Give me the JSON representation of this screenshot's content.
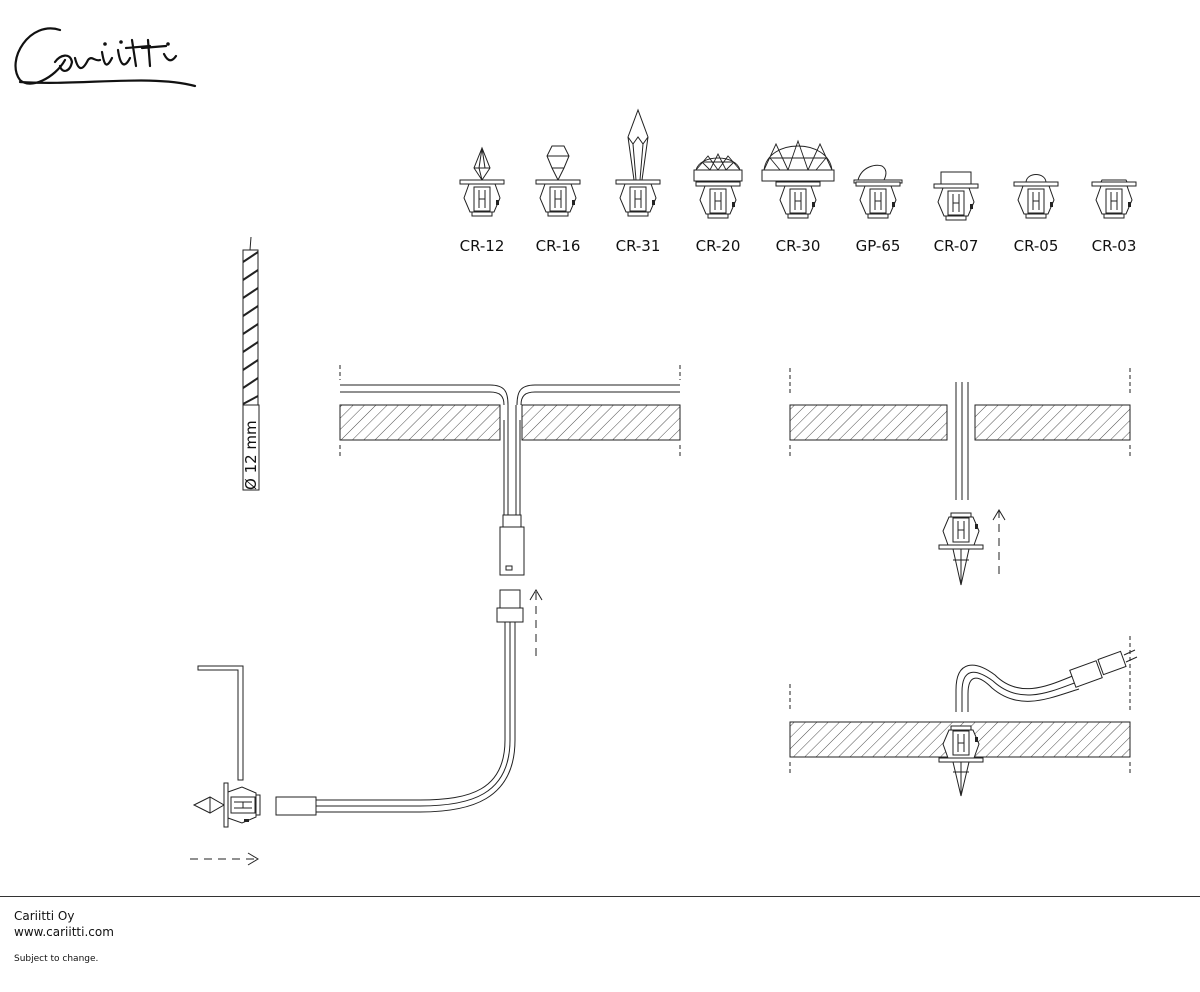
{
  "brand": {
    "logo_text": "Cariitti"
  },
  "products": [
    {
      "label": "CR-12",
      "top": "small-crystal"
    },
    {
      "label": "CR-16",
      "top": "faceted-crystal"
    },
    {
      "label": "CR-31",
      "top": "long-crystal"
    },
    {
      "label": "CR-20",
      "top": "dome"
    },
    {
      "label": "CR-30",
      "top": "large-dome"
    },
    {
      "label": "GP-65",
      "top": "quarter-dome"
    },
    {
      "label": "CR-07",
      "top": "flat-cap"
    },
    {
      "label": "CR-05",
      "top": "small-dome"
    },
    {
      "label": "CR-03",
      "top": "flat"
    }
  ],
  "drill": {
    "label": "Ø 12 mm"
  },
  "footer": {
    "company": "Cariitti Oy",
    "website": "www.cariitti.com",
    "note": "Subject to change."
  }
}
